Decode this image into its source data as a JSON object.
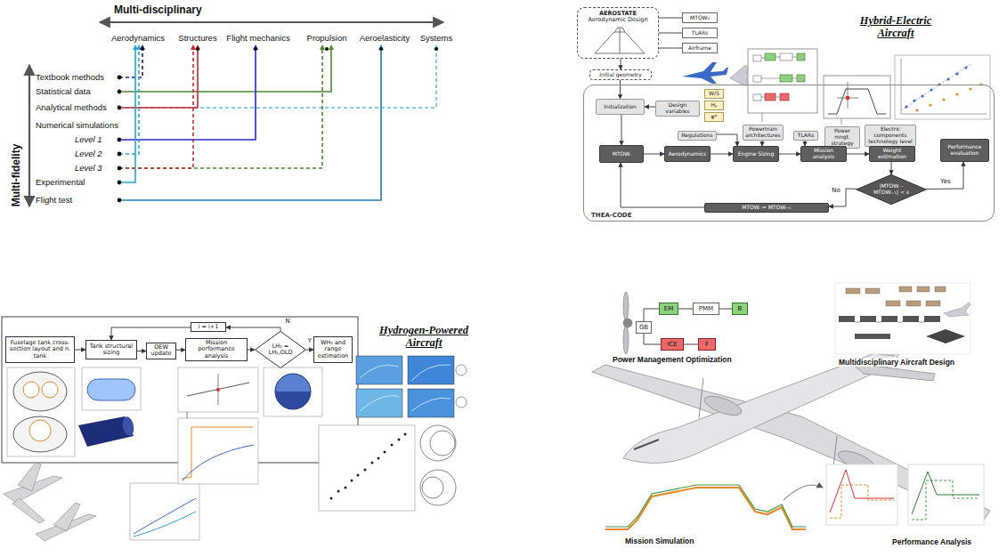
{
  "diagram": {
    "nodes": [
      {
        "text": [
          "THEA-CODE"
        ]
      },
      {
        "text": [
          "AEROSTATE",
          "Aerodynamic Design"
        ]
      },
      {
        "text": [
          "MTOW₀"
        ]
      },
      {
        "text": [
          "TLARs"
        ]
      },
      {
        "text": [
          "Airframe"
        ]
      },
      {
        "text": [
          "Initial geometry"
        ]
      },
      {
        "text": [
          "Initialization"
        ],
        "in": 0
      },
      {
        "text": [
          "Design variables"
        ],
        "in": 0
      },
      {
        "text": [
          "W/S"
        ],
        "in": 0
      },
      {
        "text": [
          "Hₚ"
        ],
        "in": 0
      },
      {
        "text": [
          "φ*"
        ],
        "in": 0
      },
      {
        "text": [
          "Regulations"
        ],
        "in": 0
      },
      {
        "text": [
          "Powertrain architectures"
        ],
        "in": 0
      },
      {
        "text": [
          "TLARs"
        ],
        "in": 0
      },
      {
        "text": [
          "Power mngt. strategy"
        ],
        "in": 0
      },
      {
        "text": [
          "Electric components technology level"
        ],
        "in": 0
      },
      {
        "text": [
          "MTOWᵢ"
        ],
        "in": 0
      },
      {
        "text": [
          "Aerodynamics"
        ],
        "in": 0
      },
      {
        "text": [
          "Engine Sizing"
        ],
        "in": 0
      },
      {
        "text": [
          "Mission analysis"
        ],
        "in": 0
      },
      {
        "text": [
          "Weight estimation"
        ],
        "in": 0
      },
      {
        "text": [
          "Performance evaluation"
        ],
        "in": 0
      },
      {
        "text": [
          "|MTOWᵢ - MTOWᵢ₋₁| < ε"
        ],
        "in": 0
      },
      {
        "text": [
          "MTOWᵢ = MTOWᵢ₊₁"
        ],
        "in": 0
      },
      {
        "text": [
          "Fuselage tank cross-section layout and n. tank"
        ]
      },
      {
        "text": [
          "Tank structural sizing"
        ]
      },
      {
        "text": [
          "OEW update"
        ]
      },
      {
        "text": [
          "Mission performance analysis"
        ]
      },
      {
        "text": [
          "LH₂ = LH₂,OLD"
        ]
      },
      {
        "text": [
          "WH₂ and range estimation"
        ]
      },
      {
        "text": [
          "i = i+1"
        ]
      },
      {
        "text": [
          "GB"
        ]
      },
      {
        "text": [
          "EM"
        ]
      },
      {
        "text": [
          "PMM"
        ]
      },
      {
        "text": [
          "B"
        ]
      },
      {
        "text": [
          "ICE"
        ]
      },
      {
        "text": [
          "F"
        ]
      }
    ],
    "edges": [
      {
        "from": 1,
        "to": 2,
        "arrow": "none"
      },
      {
        "from": 1,
        "to": 3,
        "arrow": "none"
      },
      {
        "from": 1,
        "to": 4,
        "arrow": "none"
      },
      {
        "from": 1,
        "to": 5,
        "arrow": "to"
      },
      {
        "from": 5,
        "to": 6,
        "arrow": "to"
      },
      {
        "from": 7,
        "to": 6,
        "arrow": "to"
      },
      {
        "from": 6,
        "to": 16,
        "arrow": "to"
      },
      {
        "from": 16,
        "to": 17,
        "arrow": "to"
      },
      {
        "from": 17,
        "to": 18,
        "arrow": "to"
      },
      {
        "from": 18,
        "to": 19,
        "arrow": "to"
      },
      {
        "from": 19,
        "to": 20,
        "arrow": "to"
      },
      {
        "from": 20,
        "to": 22,
        "arrow": "to"
      },
      {
        "from": 22,
        "to": 23,
        "label": "No",
        "arrow": "to"
      },
      {
        "from": 23,
        "to": 16,
        "arrow": "to"
      },
      {
        "from": 22,
        "to": 21,
        "label": "Yes",
        "arrow": "to"
      },
      {
        "from": 11,
        "to": 18,
        "arrow": "to"
      },
      {
        "from": 12,
        "to": 18,
        "arrow": "to"
      },
      {
        "from": 13,
        "to": 19,
        "arrow": "to"
      },
      {
        "from": 14,
        "to": 19,
        "arrow": "to"
      },
      {
        "from": 15,
        "to": 20,
        "arrow": "to"
      },
      {
        "from": 24,
        "to": 25,
        "arrow": "to"
      },
      {
        "from": 25,
        "to": 26,
        "arrow": "to"
      },
      {
        "from": 26,
        "to": 27,
        "arrow": "to"
      },
      {
        "from": 27,
        "to": 28,
        "arrow": "to"
      },
      {
        "from": 28,
        "to": 29,
        "label": "Y",
        "arrow": "to"
      },
      {
        "from": 28,
        "to": 30,
        "label": "N",
        "arrow": "to"
      },
      {
        "from": 30,
        "to": 25,
        "arrow": "to"
      },
      {
        "from": 31,
        "to": 32,
        "arrow": "none"
      },
      {
        "from": 32,
        "to": 33,
        "arrow": "none"
      },
      {
        "from": 33,
        "to": 34,
        "arrow": "none"
      },
      {
        "from": 31,
        "to": 35,
        "arrow": "none"
      },
      {
        "from": 35,
        "to": 36,
        "arrow": "none"
      }
    ],
    "labels": [
      "Multi-disciplinary",
      "Aerodynamics",
      "Structures",
      "Flight mechanics",
      "Propulsion",
      "Aeroelasticity",
      "Systems",
      "Multi-fidelity",
      "Textbook methods",
      "Statistical data",
      "Analytical methods",
      "Numerical simulations",
      "Level 1",
      "Level 2",
      "Level 3",
      "Experimental",
      "Flight test",
      "Hybrid-Electric Aircraft",
      "Hydrogen-Powered Aircraft",
      "Power Management Optimization",
      "Multidisciplinary Aircraft Design",
      "Mission Simulation",
      "Performance Analysis"
    ]
  }
}
